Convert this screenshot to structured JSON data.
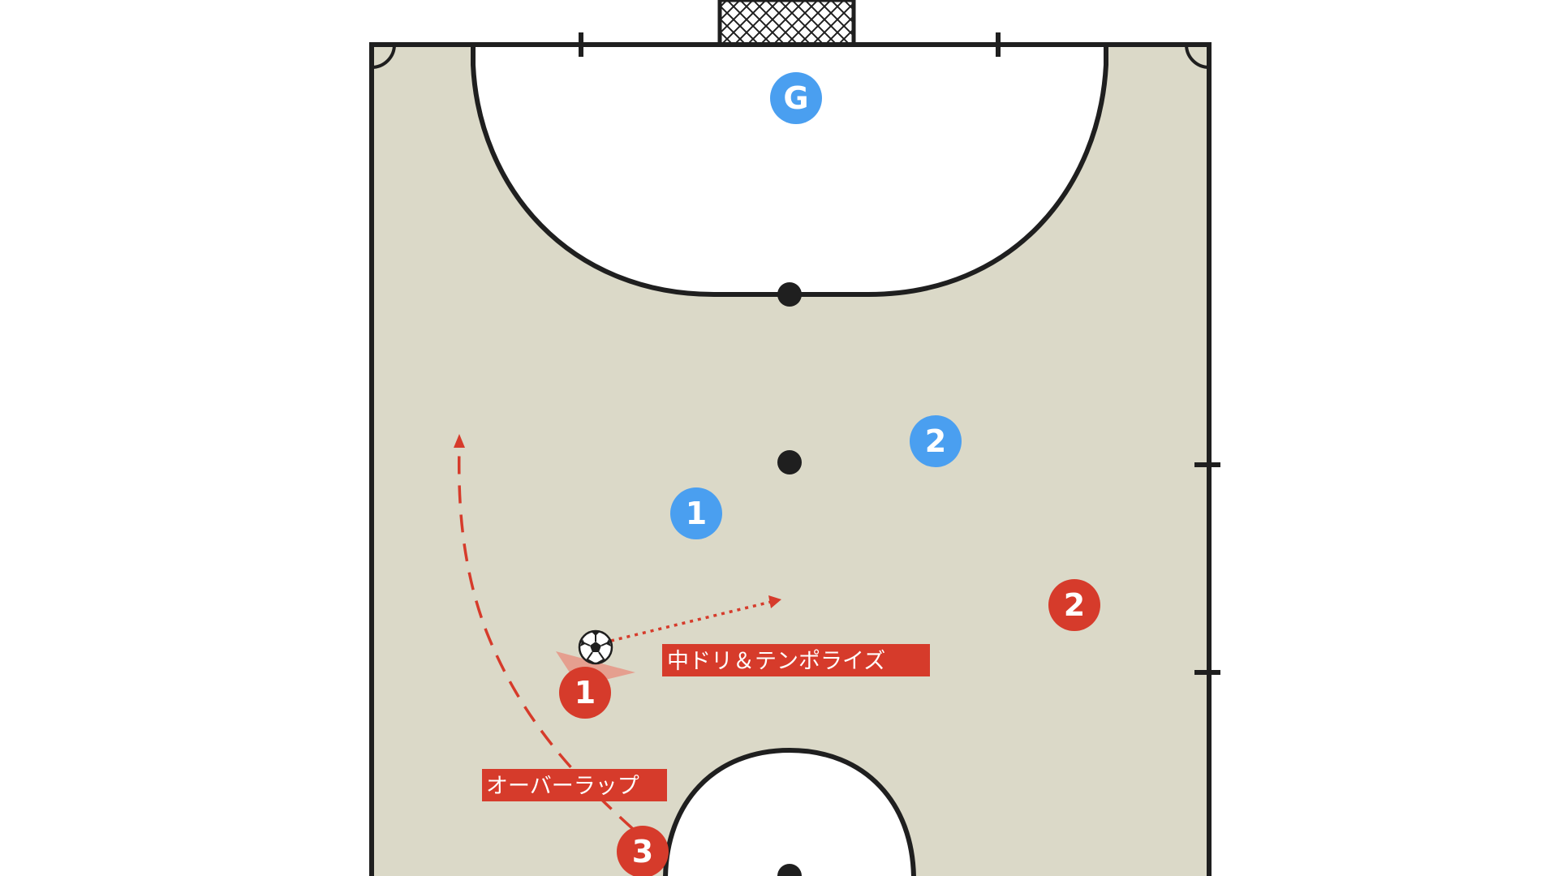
{
  "title": "",
  "colors": {
    "court": "#dbd9c8",
    "line": "#1f1f1f",
    "area": "#ffffff",
    "teammate": "#d63b2b",
    "opponent": "#4a9ff0",
    "label_bg": "#d63b2b",
    "label_text": "#ffffff"
  },
  "goalkeeper": {
    "label": "G",
    "team": "opponent"
  },
  "players": [
    {
      "id": "opponent-1",
      "label": "1",
      "team": "opponent"
    },
    {
      "id": "opponent-2",
      "label": "2",
      "team": "opponent"
    },
    {
      "id": "attacker-1",
      "label": "1",
      "team": "teammate"
    },
    {
      "id": "attacker-2",
      "label": "2",
      "team": "teammate"
    },
    {
      "id": "attacker-3",
      "label": "3",
      "team": "teammate"
    }
  ],
  "ball": {
    "icon": "soccer-ball-icon"
  },
  "annotations": {
    "dribble": "中ドリ＆テンポライズ",
    "overlap": "オーバーラップ"
  }
}
